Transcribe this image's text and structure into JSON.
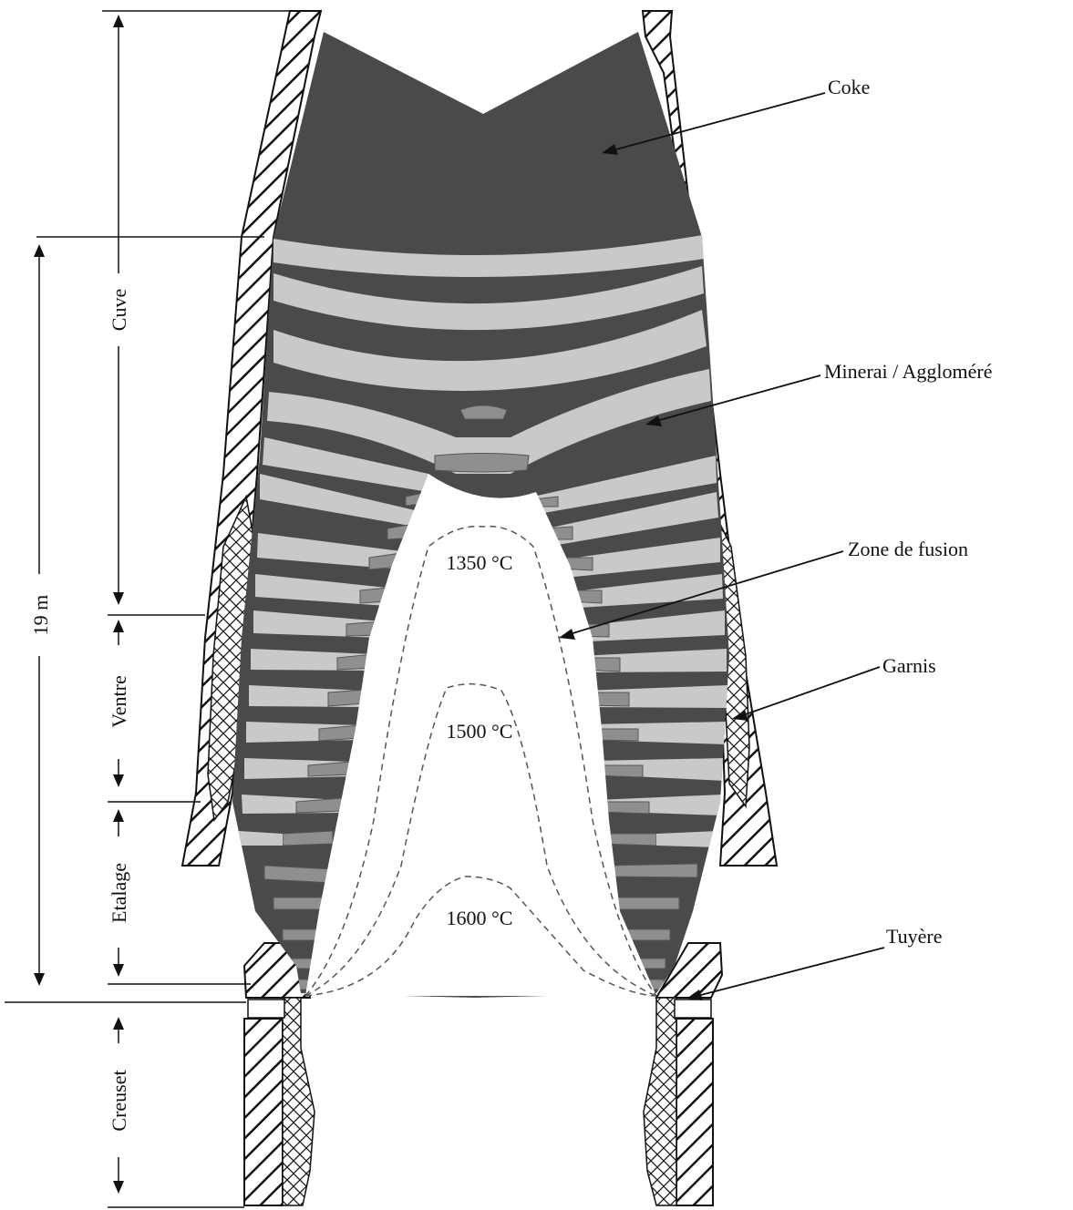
{
  "labels": {
    "coke": "Coke",
    "minerai": "Minerai / Aggloméré",
    "zone_fusion": "Zone de fusion",
    "garnis": "Garnis",
    "tuyere": "Tuyère"
  },
  "zones": {
    "cuve": "Cuve",
    "ventre": "Ventre",
    "etalage": "Etalage",
    "creuset": "Creuset"
  },
  "height_label": "19 m",
  "isotherms": [
    {
      "label": "1350 °C"
    },
    {
      "label": "1500 °C"
    },
    {
      "label": "1600 °C"
    }
  ],
  "colors": {
    "coke": "#4a4a4a",
    "ore": "#c9c9c9",
    "fused": "#8f8f8f",
    "lining": "#ffffff",
    "ink": "#111111"
  }
}
